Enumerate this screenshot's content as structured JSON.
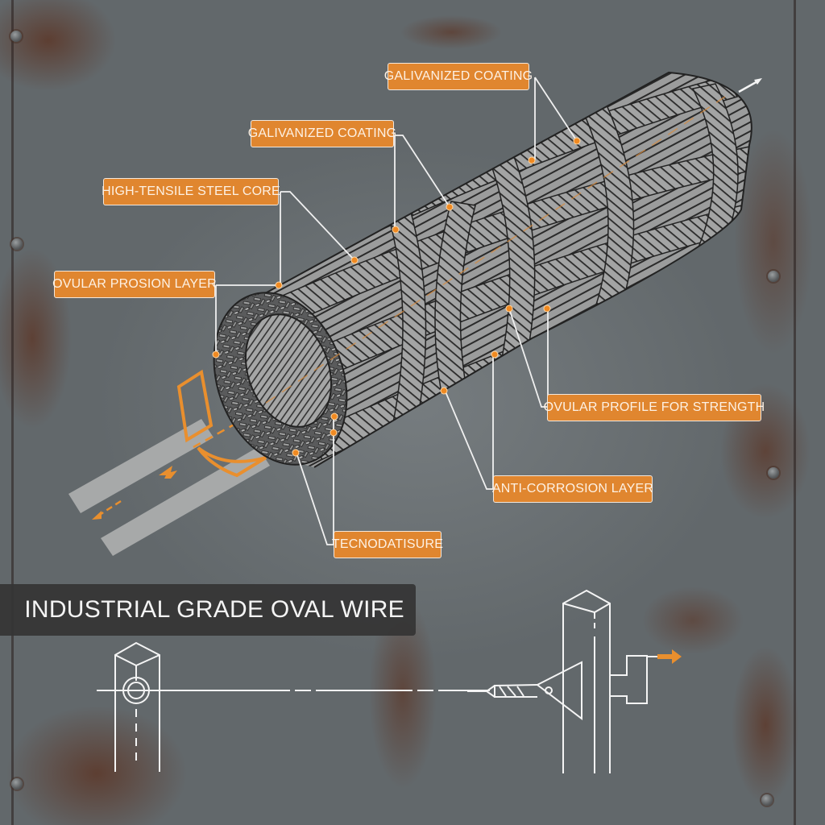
{
  "title": "INDUSTRIAL GRADE OVAL WIRE",
  "colors": {
    "accent_orange": "#e0862f",
    "label_text": "#fdf1e4",
    "title_bar": "#343434",
    "metal_background": "#6b7073",
    "rust": "#5c3728",
    "line_white": "#f4f4f4"
  },
  "callouts": [
    {
      "id": "galvanized-coating-top",
      "label": "GALIVANIZED COATING"
    },
    {
      "id": "galvanized-coating-mid",
      "label": "GALIVANIZED COATING"
    },
    {
      "id": "high-tensile-steel-core",
      "label": "HIGH-TENSILE STEEL CORE"
    },
    {
      "id": "ovular-prosion-layer",
      "label": "OVULAR PROSION LAYER"
    },
    {
      "id": "ovular-profile-strength",
      "label": "OVULAR PROFILE FOR STRENGTH"
    },
    {
      "id": "anti-corrosion-layer",
      "label": "ANTI-CORROSION LAYER"
    },
    {
      "id": "tecnodatisure",
      "label": "TECNODATISURE"
    }
  ],
  "diagram": {
    "subject": "braided oval wire cable cross-section",
    "icons": [
      "wire-direction-arrows",
      "fence-post-left",
      "fence-post-right-with-tensioner",
      "tension-arrow"
    ]
  }
}
